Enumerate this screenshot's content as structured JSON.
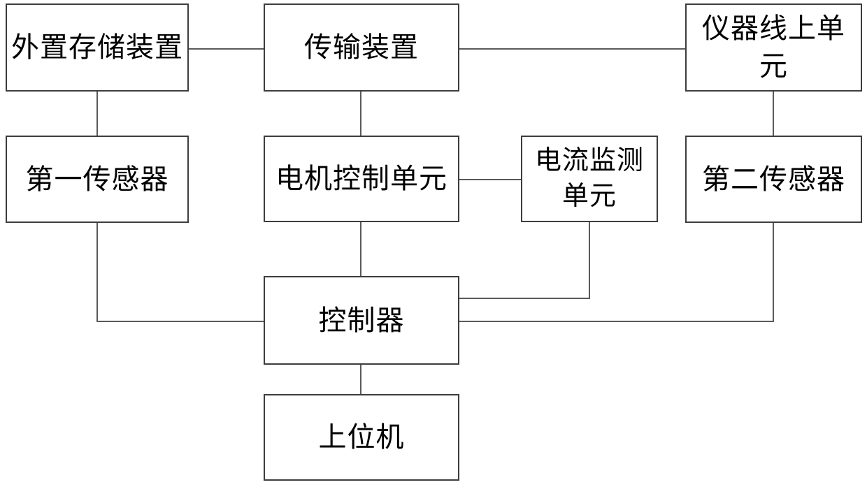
{
  "diagram": {
    "type": "block-diagram",
    "background_color": "#ffffff",
    "box_border_color": "#3d3d3d",
    "connector_color": "#5a5a5a",
    "text_color": "#000000",
    "nodes": {
      "external_storage": {
        "label": "外置存储装置"
      },
      "transmission": {
        "label": "传输装置"
      },
      "instrument_online": {
        "label": "仪器线上单\n元"
      },
      "first_sensor": {
        "label": "第一传感器"
      },
      "motor_control": {
        "label": "电机控制单元"
      },
      "current_monitor": {
        "label": "电流监测\n单元"
      },
      "second_sensor": {
        "label": "第二传感器"
      },
      "controller": {
        "label": "控制器"
      },
      "host_computer": {
        "label": "上位机"
      }
    },
    "connections": [
      {
        "from": "external_storage",
        "to": "transmission"
      },
      {
        "from": "transmission",
        "to": "instrument_online"
      },
      {
        "from": "external_storage",
        "to": "first_sensor"
      },
      {
        "from": "transmission",
        "to": "motor_control"
      },
      {
        "from": "instrument_online",
        "to": "second_sensor"
      },
      {
        "from": "motor_control",
        "to": "current_monitor"
      },
      {
        "from": "first_sensor",
        "to": "controller"
      },
      {
        "from": "motor_control",
        "to": "controller"
      },
      {
        "from": "current_monitor",
        "to": "controller"
      },
      {
        "from": "second_sensor",
        "to": "controller"
      },
      {
        "from": "controller",
        "to": "host_computer"
      }
    ]
  }
}
